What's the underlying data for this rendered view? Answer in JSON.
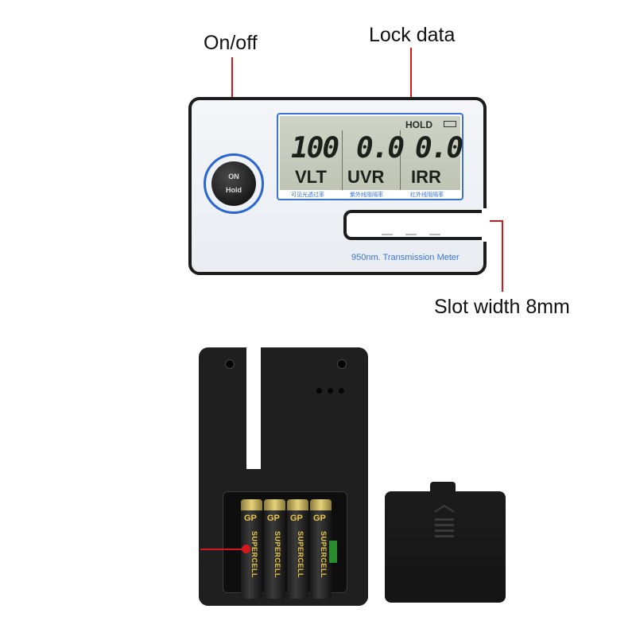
{
  "callouts": {
    "on_off": "On/off",
    "lock_data": "Lock data",
    "slot_width": "Slot width 8mm"
  },
  "lcd": {
    "hold": "HOLD",
    "vlt_value": "100",
    "uvr_value": "0.0",
    "irr_value": "0.0",
    "vlt_label": "VLT",
    "uvr_label": "UVR",
    "irr_label": "IRR",
    "caption_vlt": "可见光透过率",
    "caption_uvr": "紫外线阻隔率",
    "caption_irr": "红外线阻隔率"
  },
  "button": {
    "top": "ON",
    "bottom": "Hold"
  },
  "brand_text": "950nm. Transmission Meter",
  "batteries": {
    "logo": "GP",
    "label": "SUPERCELL"
  },
  "colors": {
    "callout_red": "#d4161d",
    "accent_blue": "#3a74d8",
    "lcd_bg": "#c7cbbd",
    "case_black": "#1f1f1f"
  }
}
